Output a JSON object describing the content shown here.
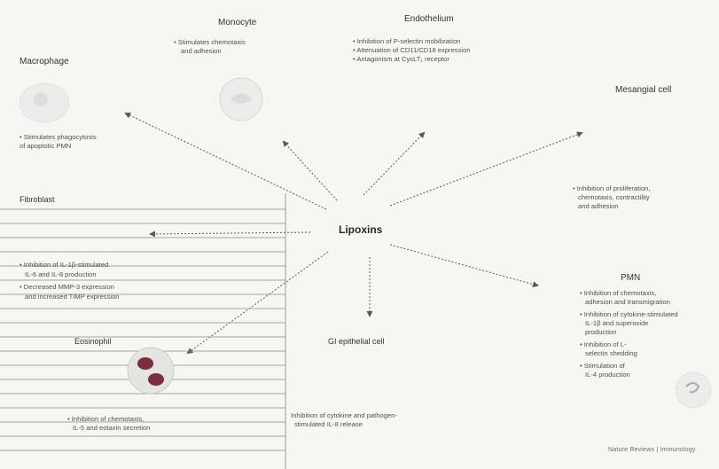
{
  "center": {
    "label": "Lipoxins"
  },
  "cells": {
    "macrophage": {
      "title": "Macrophage",
      "lines": [
        "• Stimulates phagocytosis",
        "of apoptotic PMN"
      ]
    },
    "monocyte": {
      "title": "Monocyte",
      "lines": [
        "• Stimulates chemotaxis",
        "and adhesion"
      ]
    },
    "endothelium": {
      "title": "Endothelium",
      "lines": [
        "• Inhibition of P-selectin mobilization",
        "• Attenuation of CD11/CD18 expression",
        "• Antagonism at CysLT₁ receptor"
      ]
    },
    "mesangial": {
      "title": "Mesangial cell",
      "lines": [
        "• Inhibition of proliferation,",
        "chemotaxis, contractility",
        "and adhesion"
      ]
    },
    "fibroblast": {
      "title": "Fibroblast",
      "lines": [
        "• Inhibition of IL-1β-stimulated",
        "IL-6 and IL-8 production",
        "• Decreased MMP-3 expression",
        "and increased TIMP expression"
      ]
    },
    "pmn": {
      "title": "PMN",
      "lines": [
        "• Inhibition of chemotaxis,",
        "adhesion and transmigration",
        "• Inhibition of cytokine-stimulated",
        "IL-1β and superoxide",
        "production",
        "• Inhibition of L-",
        "selectin shedding",
        "• Stimulation of",
        "IL-4 production"
      ]
    },
    "gi": {
      "title": "GI epithelial cell",
      "lines": [
        "Inhibition of cytokine and pathogen-",
        "stimulated IL-8 release"
      ]
    },
    "eosinophil": {
      "title": "Eosinophil",
      "lines": [
        "• Inhibition of chemotaxis,",
        "IL-5 and eotaxin secretion"
      ]
    }
  },
  "footer": "Nature Reviews | Immunology",
  "colors": {
    "arrow": "#5a5a5a",
    "cell_fill": "#e6e6e4",
    "nucleus": "#7a2f3a",
    "rule": "#8a8a8a"
  }
}
